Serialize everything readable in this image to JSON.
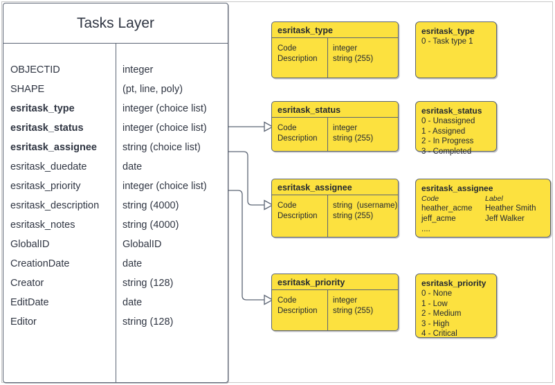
{
  "diagram": {
    "title": "Tasks Layer"
  },
  "entity": {
    "title": "Tasks Layer",
    "fields": [
      {
        "name": "OBJECTID",
        "type": "integer",
        "bold": false
      },
      {
        "name": "SHAPE",
        "type": "(pt, line, poly)",
        "bold": false
      },
      {
        "name": "esritask_type",
        "type": "integer (choice list)",
        "bold": true
      },
      {
        "name": "esritask_status",
        "type": "integer (choice list)",
        "bold": true
      },
      {
        "name": "esritask_assignee",
        "type": "string (choice list)",
        "bold": true
      },
      {
        "name": "esritask_duedate",
        "type": "date",
        "bold": false
      },
      {
        "name": "esritask_priority",
        "type": "integer (choice list)",
        "bold": true
      },
      {
        "name": "esritask_description",
        "type": "string (4000)",
        "bold": false
      },
      {
        "name": "esritask_notes",
        "type": "string (4000)",
        "bold": false
      },
      {
        "name": "GlobalID",
        "type": "GlobalID",
        "bold": false
      },
      {
        "name": "CreationDate",
        "type": "date",
        "bold": false
      },
      {
        "name": "Creator",
        "type": "string (128)",
        "bold": false
      },
      {
        "name": "EditDate",
        "type": "date",
        "bold": false
      },
      {
        "name": "Editor",
        "type": "string (128)",
        "bold": false
      }
    ]
  },
  "domain_tables": [
    {
      "title": "esritask_type",
      "left_lines": "Code\nDescription",
      "right_lines": "integer\nstring (255)"
    },
    {
      "title": "esritask_status",
      "left_lines": "Code\nDescription",
      "right_lines": "integer\nstring (255)"
    },
    {
      "title": "esritask_assignee",
      "left_lines": "Code\nDescription",
      "right_lines": "string  (username)\nstring (255)"
    },
    {
      "title": "esritask_priority",
      "left_lines": "Code\nDescription",
      "right_lines": "integer\nstring (255)"
    }
  ],
  "value_lists": [
    {
      "title": "esritask_type",
      "kind": "codes",
      "lines": [
        "0 - Task type 1"
      ]
    },
    {
      "title": "esritask_status",
      "kind": "codes",
      "lines": [
        "0 - Unassigned",
        "1 - Assigned",
        "2 - In Progress",
        "3 - Completed"
      ]
    },
    {
      "title": "esritask_assignee",
      "kind": "pairs",
      "headers": {
        "code": "Code",
        "label": "Label"
      },
      "pairs": [
        {
          "code": "heather_acme",
          "label": "Heather Smith"
        },
        {
          "code": "jeff_acme",
          "label": "Jeff Walker"
        }
      ],
      "ellipsis": "...."
    },
    {
      "title": "esritask_priority",
      "kind": "codes",
      "lines": [
        "0 - None",
        "1 - Low",
        "2 - Medium",
        "3 - High",
        "4 - Critical"
      ]
    }
  ],
  "colors": {
    "domain_fill": "#FCE13F",
    "stroke": "#5b6473",
    "text": "#2f3542",
    "page_border": "#c8c8c8"
  }
}
